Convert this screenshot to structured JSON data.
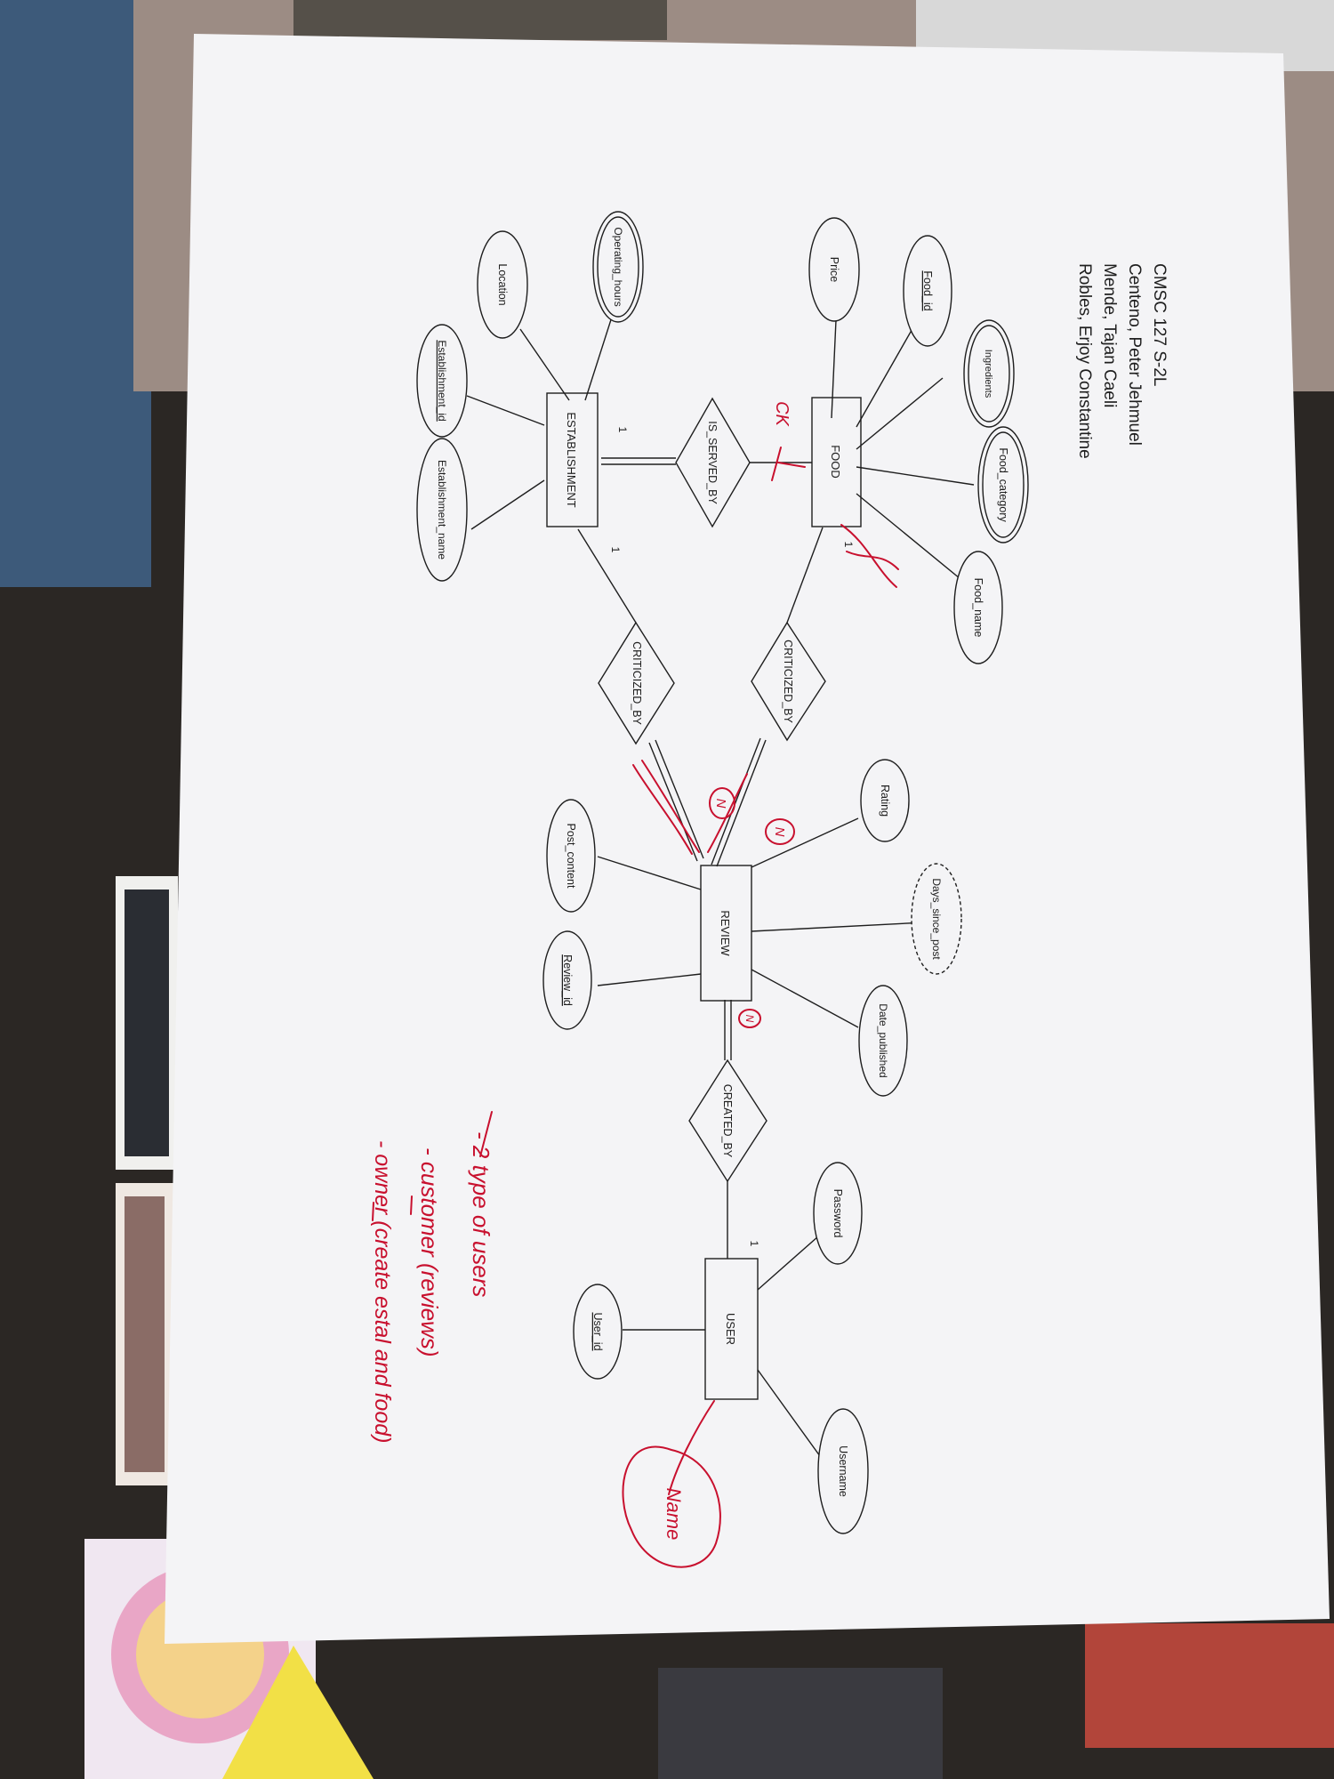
{
  "header": {
    "course": "CMSC 127 S-2L",
    "members": [
      "Centeno, Peter Jehmuel",
      "Mende, Tajan Caeli",
      "Robles, Erjoy Constantine"
    ]
  },
  "entities": {
    "food": "FOOD",
    "establishment": "ESTABLISHMENT",
    "review": "REVIEW",
    "user": "USER"
  },
  "relationships": {
    "is_served_by": "IS_SERVED_BY",
    "criticized_by_food": "CRITICIZED_BY",
    "criticized_by_establishment": "CRITICIZED_BY",
    "created_by": "CREATED_BY"
  },
  "attributes": {
    "food_id": "Food_id",
    "price": "Price",
    "ingredients": "Ingredients",
    "food_category": "Food_category",
    "food_name": "Food_name",
    "operating_hours": "Operating_hours",
    "location": "Location",
    "establishment_id": "Establishment_id",
    "establishment_name": "Establishment_name",
    "rating": "Rating",
    "days_since_post": "Days_since_post",
    "post_content": "Post_content",
    "review_id": "Review_id",
    "date_published": "Date_published",
    "password": "Password",
    "user_id": "User_id",
    "username": "Username"
  },
  "cardinalities": {
    "establishment_served": "1",
    "food_criticized": "1",
    "establishment_criticized": "1",
    "user_created": "1"
  },
  "annotations": {
    "ck": "CK",
    "n_establishment": "N",
    "n_food": "N",
    "n_review": "N",
    "name": "Name",
    "note_line1": "- 2 type of users",
    "note_line2": "- customer (reviews)",
    "note_line3": "- owner (create estal and food)"
  },
  "colors": {
    "paper": "#f4f4f6",
    "ink": "#1e1e1e",
    "red_pen": "#c8102e",
    "table": "#2b2724"
  }
}
